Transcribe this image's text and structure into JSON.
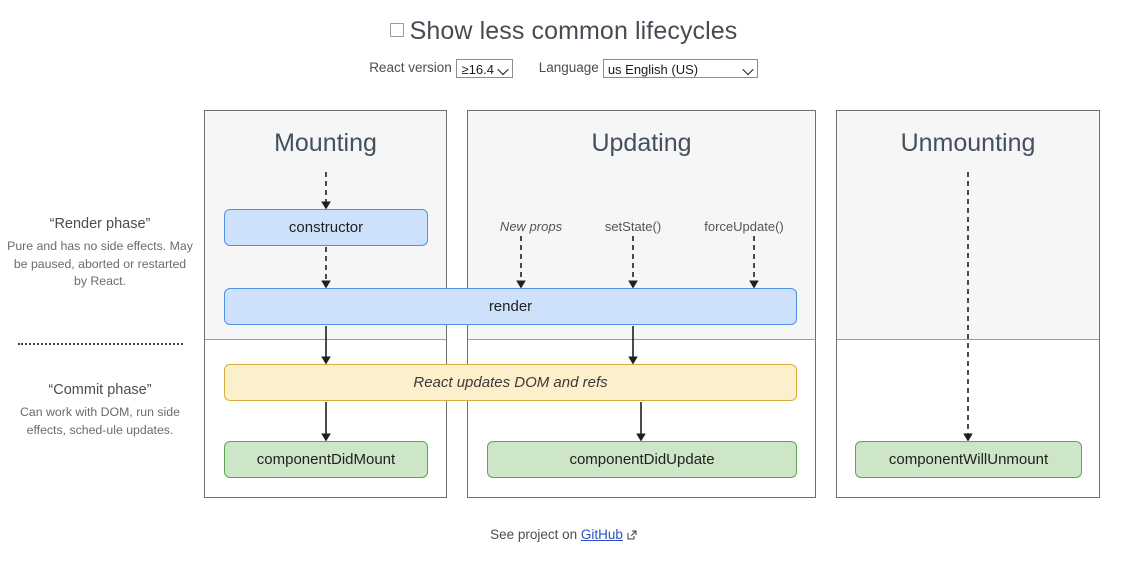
{
  "header": {
    "checkbox_label": "Show less common lifecycles",
    "checkbox_checked": false,
    "version_label": "React version",
    "version_value": "≥16.4",
    "language_label": "Language",
    "language_value": "us English (US)"
  },
  "phases": [
    {
      "id": "render",
      "title": "“Render phase”",
      "description": "Pure and has no side effects. May be paused, aborted or restarted by React."
    },
    {
      "id": "commit",
      "title": "“Commit phase”",
      "description": "Can work with DOM, run side effects, sched-ule updates."
    }
  ],
  "columns": [
    {
      "id": "mounting",
      "title": "Mounting"
    },
    {
      "id": "updating",
      "title": "Updating"
    },
    {
      "id": "unmounting",
      "title": "Unmounting"
    }
  ],
  "triggers": [
    {
      "id": "new-props",
      "label": "New props",
      "italic": true
    },
    {
      "id": "set-state",
      "label": "setState()",
      "italic": false
    },
    {
      "id": "force-update",
      "label": "forceUpdate()",
      "italic": false
    }
  ],
  "nodes": [
    {
      "id": "constructor",
      "label": "constructor",
      "kind": "blue"
    },
    {
      "id": "render",
      "label": "render",
      "kind": "blue"
    },
    {
      "id": "react-updates-dom-refs",
      "label": "React updates DOM and refs",
      "kind": "yellow"
    },
    {
      "id": "component-did-mount",
      "label": "componentDidMount",
      "kind": "green"
    },
    {
      "id": "component-did-update",
      "label": "componentDidUpdate",
      "kind": "green"
    },
    {
      "id": "component-will-unmount",
      "label": "componentWillUnmount",
      "kind": "green"
    }
  ],
  "footer": {
    "text_before": "See project on",
    "link_label": "GitHub",
    "external_icon": "external-link-icon"
  },
  "colors": {
    "blue_fill": "#cde1fb",
    "blue_border": "#4f90e8",
    "green_fill": "#cce6c7",
    "green_border": "#5ea751",
    "yellow_fill": "#fcefcb",
    "yellow_border": "#d8ac3e",
    "phase_zone_bg": "#f6f6f6",
    "column_border": "#6f6f6f",
    "link": "#2b4fc8",
    "header_text": "#44505e"
  }
}
